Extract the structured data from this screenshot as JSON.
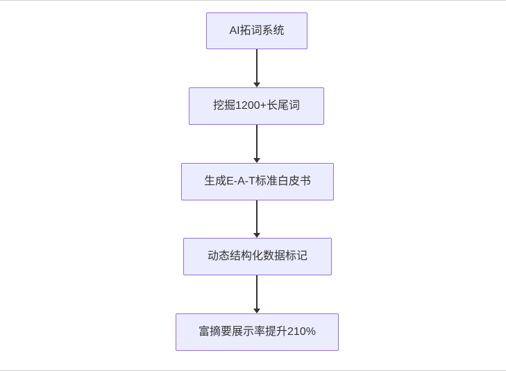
{
  "page": {
    "background": "#ffffff"
  },
  "flowchart": {
    "type": "vertical-flowchart",
    "node_fill": "#ECECFF",
    "node_border": "#9370DB",
    "text_color": "#333333",
    "arrow_color": "#333333",
    "nodes": [
      {
        "label": "AI拓词系统"
      },
      {
        "label": "挖掘1200+长尾词"
      },
      {
        "label": "生成E-A-T标准白皮书"
      },
      {
        "label": "动态结构化数据标记"
      },
      {
        "label": "富摘要展示率提升210%"
      }
    ],
    "edges": [
      {
        "from": 0,
        "to": 1
      },
      {
        "from": 1,
        "to": 2
      },
      {
        "from": 2,
        "to": 3
      },
      {
        "from": 3,
        "to": 4
      }
    ]
  }
}
